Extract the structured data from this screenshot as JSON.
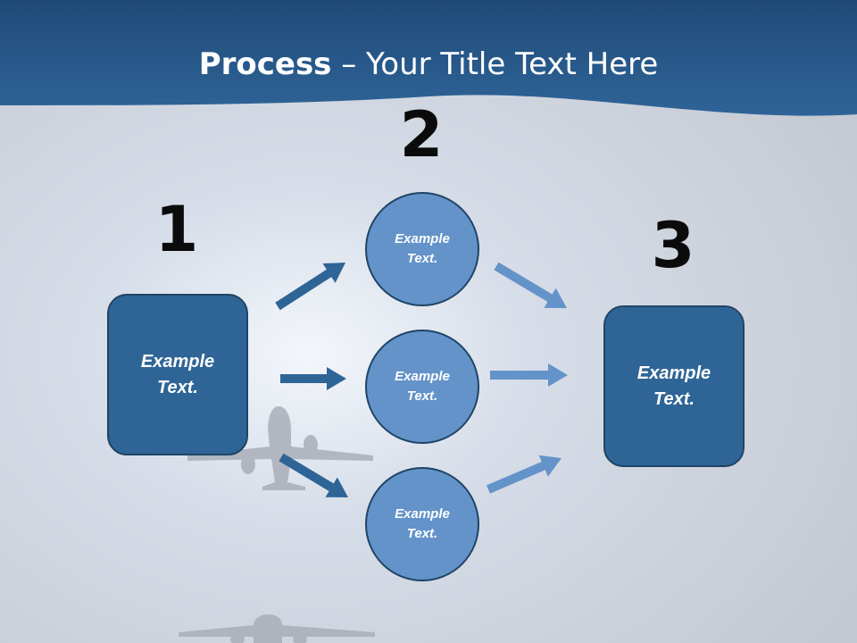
{
  "title": {
    "bold": "Process",
    "rest": " – Your Title Text Here"
  },
  "steps": [
    {
      "number": "1",
      "text": "Example Text."
    },
    {
      "number": "2"
    },
    {
      "number": "3",
      "text": "Example Text."
    }
  ],
  "circles": [
    {
      "text": "Example Text."
    },
    {
      "text": "Example Text."
    },
    {
      "text": "Example Text."
    }
  ],
  "colors": {
    "header_band": "#2c5f93",
    "box_fill": "#2f6596",
    "circle_fill": "#6393c9",
    "arrow_dark": "#2f6596",
    "arrow_light": "#6393c9"
  }
}
